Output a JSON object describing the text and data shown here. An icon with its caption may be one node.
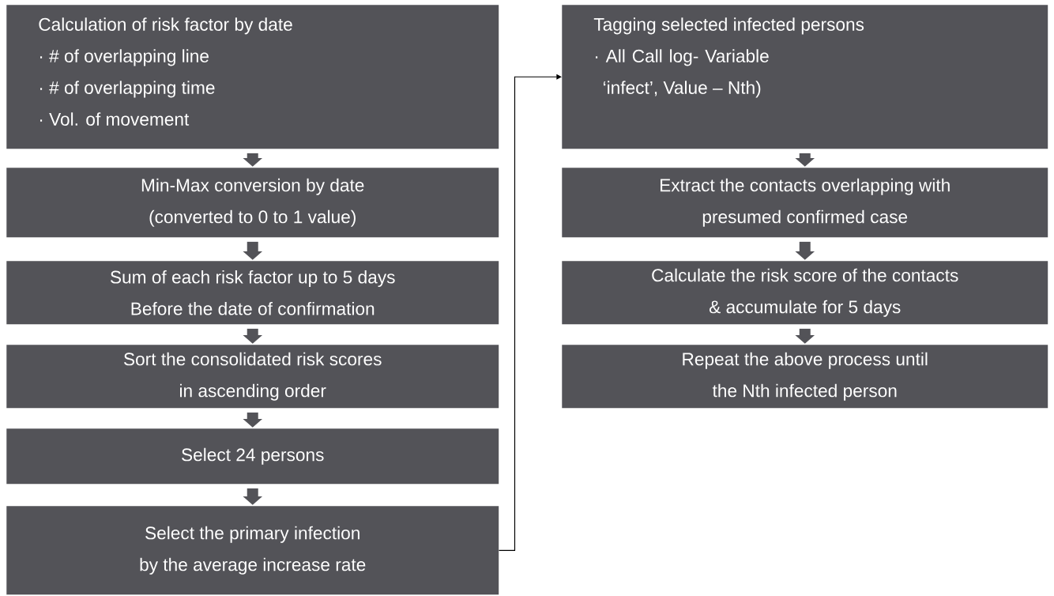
{
  "diagram": {
    "nodes": [
      {
        "text": [
          "Calculation of risk factor by date",
          "· # of overlapping line",
          "· # of overlapping time",
          "· Vol. of movement"
        ]
      },
      {
        "text": [
          "Min-Max conversion by date (converted to 0 to 1 value)"
        ]
      },
      {
        "text": [
          "Sum of each risk factor up to 5 days Before the date of confirmation"
        ]
      },
      {
        "text": [
          "Sort the consolidated risk scores in ascending order"
        ]
      },
      {
        "text": [
          "Select 24 persons"
        ]
      },
      {
        "text": [
          "Select the primary infection by the average increase rate"
        ]
      },
      {
        "text": [
          "Tagging selected infected persons",
          "· All Call log- Variable ‘infect’, Value – Nth)"
        ]
      },
      {
        "text": [
          "Extract the contacts overlapping with presumed confirmed case"
        ]
      },
      {
        "text": [
          "Calculate the risk score of the contacts & accumulate for 5 days"
        ]
      },
      {
        "text": [
          "Repeat the above process until the Nth infected person"
        ]
      }
    ],
    "edges": [
      {
        "from": 0,
        "to": 1,
        "arrow": "to"
      },
      {
        "from": 1,
        "to": 2,
        "arrow": "to"
      },
      {
        "from": 2,
        "to": 3,
        "arrow": "to"
      },
      {
        "from": 3,
        "to": 4,
        "arrow": "to"
      },
      {
        "from": 4,
        "to": 5,
        "arrow": "to"
      },
      {
        "from": 5,
        "to": 6,
        "arrow": "to",
        "color": "#000000"
      },
      {
        "from": 6,
        "to": 7,
        "arrow": "to"
      },
      {
        "from": 7,
        "to": 8,
        "arrow": "to"
      },
      {
        "from": 8,
        "to": 9,
        "arrow": "to"
      }
    ]
  }
}
